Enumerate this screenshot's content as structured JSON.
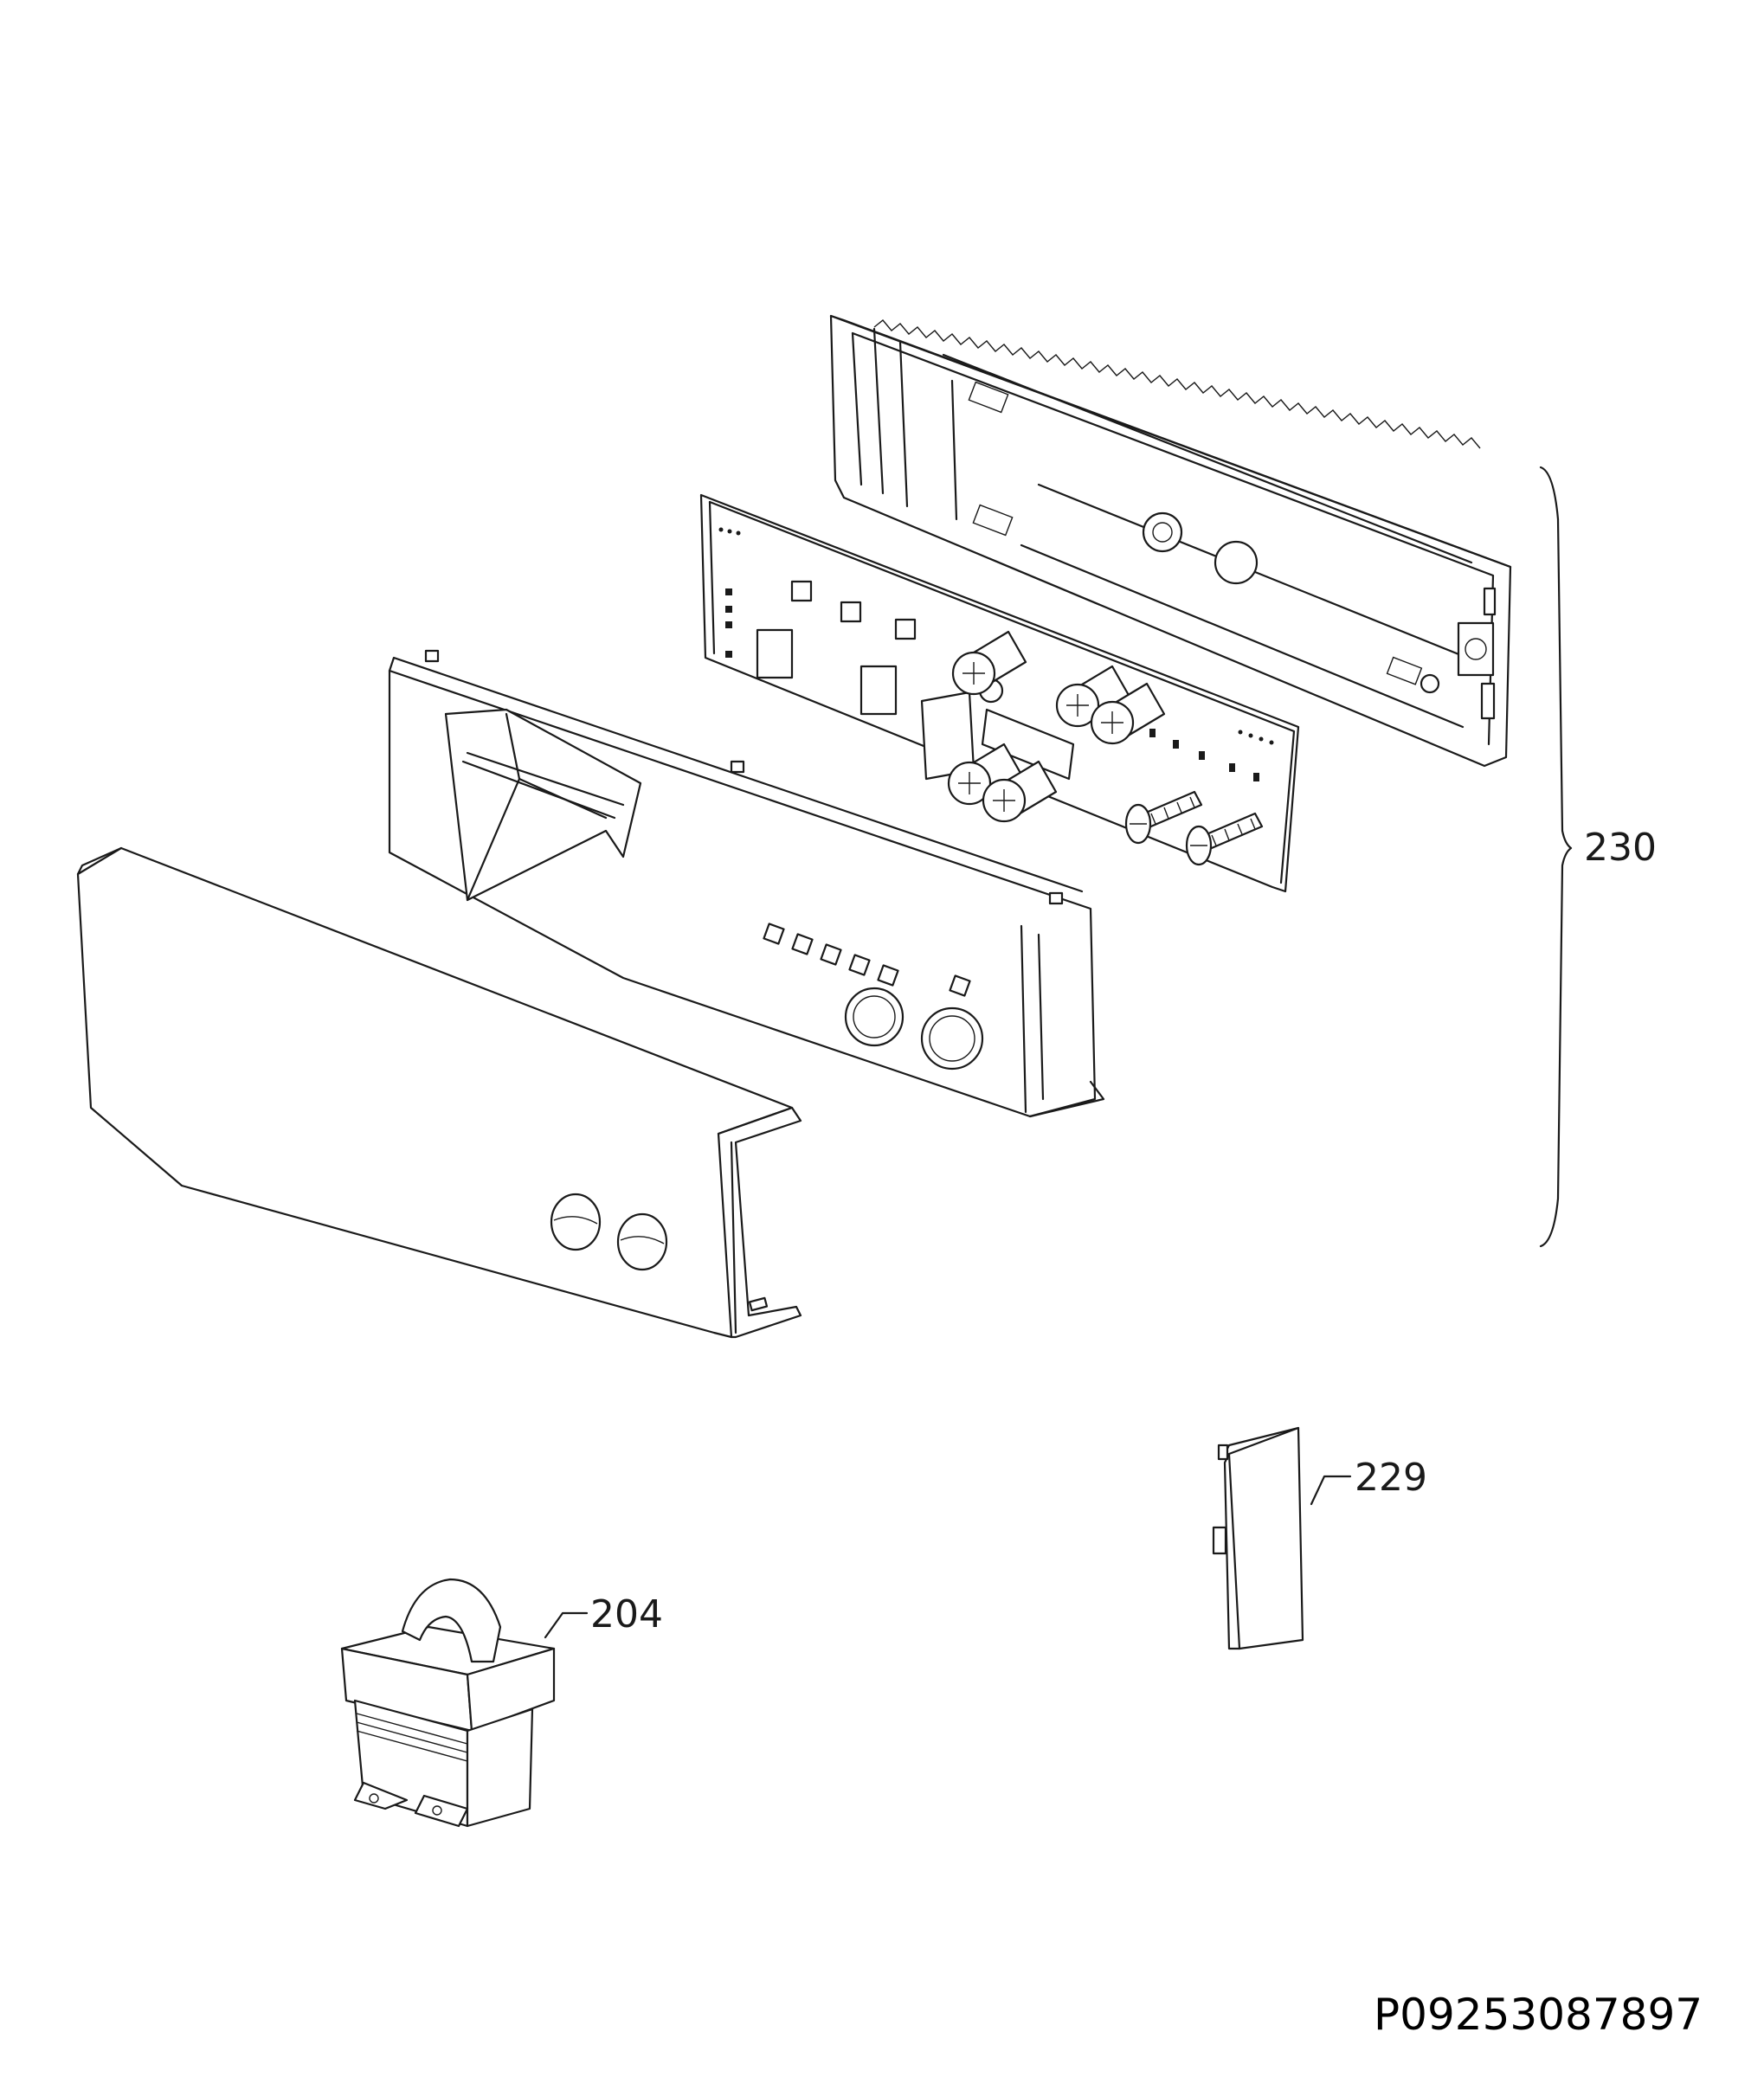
{
  "labels": {
    "part_230": "230",
    "part_229": "229",
    "part_204": "204"
  },
  "drawing_code": "P09253087897"
}
